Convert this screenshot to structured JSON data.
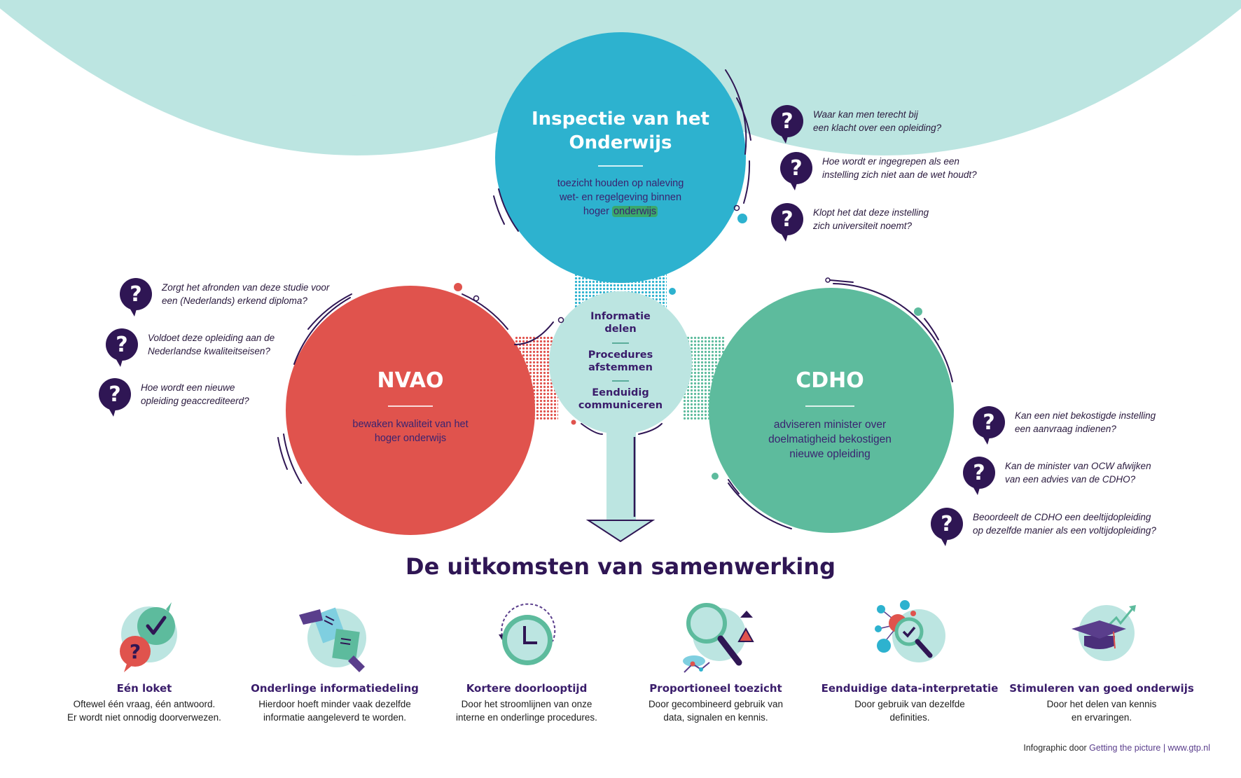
{
  "colors": {
    "band": "#bce5e1",
    "inspectie": "#2db2cf",
    "nvao": "#e0534d",
    "cdho": "#5dbb9d",
    "center": "#bce5e1",
    "dark_purple": "#2f1654",
    "highlight": "#3aa86b"
  },
  "organizations": {
    "inspectie": {
      "title_line1": "Inspectie van het",
      "title_line2": "Onderwijs",
      "desc_line1": "toezicht houden op naleving",
      "desc_line2": "wet- en regelgeving binnen",
      "desc_line3_a": "hoger",
      "desc_line3_b": "onderwijs"
    },
    "nvao": {
      "title": "NVAO",
      "desc_line1": "bewaken kwaliteit van het",
      "desc_line2": "hoger onderwijs"
    },
    "cdho": {
      "title": "CDHO",
      "desc_line1": "adviseren minister over",
      "desc_line2": "doelmatigheid bekostigen",
      "desc_line3": "nieuwe opleiding"
    }
  },
  "center": {
    "items": [
      {
        "line1": "Informatie",
        "line2": "delen"
      },
      {
        "line1": "Procedures",
        "line2": "afstemmen"
      },
      {
        "line1": "Eenduidig",
        "line2": "communiceren"
      }
    ]
  },
  "questions": {
    "inspectie": [
      {
        "line1": "Waar kan men terecht bij",
        "line2": "een klacht over een opleiding?"
      },
      {
        "line1": "Hoe wordt er ingegrepen als een",
        "line2": "instelling zich niet aan de wet houdt?"
      },
      {
        "line1": "Klopt het dat deze instelling",
        "line2": "zich universiteit noemt?"
      }
    ],
    "nvao": [
      {
        "line1": "Zorgt het afronden van deze studie voor",
        "line2": "een (Nederlands) erkend diploma?"
      },
      {
        "line1": "Voldoet deze opleiding aan de",
        "line2": "Nederlandse kwaliteitseisen?"
      },
      {
        "line1": "Hoe wordt een nieuwe",
        "line2": "opleiding geaccrediteerd?"
      }
    ],
    "cdho": [
      {
        "line1": "Kan een niet bekostigde instelling",
        "line2": "een aanvraag indienen?"
      },
      {
        "line1": "Kan de minister van OCW afwijken",
        "line2": "van een advies van de CDHO?"
      },
      {
        "line1": "Beoordeelt de CDHO een deeltijdopleiding",
        "line2": "op dezelfde manier als een voltijdopleiding?"
      }
    ],
    "icon_glyph": "?"
  },
  "outcomes": {
    "heading": "De uitkomsten van samenwerking",
    "items": [
      {
        "icon": "speech-bubbles-question-check-icon",
        "title": "Eén loket",
        "line1": "Oftewel één vraag, één antwoord.",
        "line2": "Er wordt niet onnodig doorverwezen."
      },
      {
        "icon": "hands-exchanging-documents-icon",
        "title": "Onderlinge informatiedeling",
        "line1": "Hierdoor hoeft minder vaak dezelfde",
        "line2": "informatie aangeleverd te worden."
      },
      {
        "icon": "clock-rewind-icon",
        "title": "Kortere doorlooptijd",
        "line1": "Door het stroomlijnen van onze",
        "line2": "interne en onderlinge procedures."
      },
      {
        "icon": "magnifier-warning-data-icon",
        "title": "Proportioneel toezicht",
        "line1": "Door gecombineerd gebruik van",
        "line2": "data, signalen en kennis."
      },
      {
        "icon": "magnifier-check-network-icon",
        "title": "Eenduidige data-interpretatie",
        "line1": "Door gebruik van dezelfde",
        "line2": "definities."
      },
      {
        "icon": "graduation-cap-growth-icon",
        "title": "Stimuleren van goed onderwijs",
        "line1": "Door het delen van kennis",
        "line2": "en ervaringen."
      }
    ]
  },
  "credit": {
    "prefix": "Infographic door",
    "brand": "Getting the picture",
    "separator": "|",
    "url": "www.gtp.nl"
  }
}
